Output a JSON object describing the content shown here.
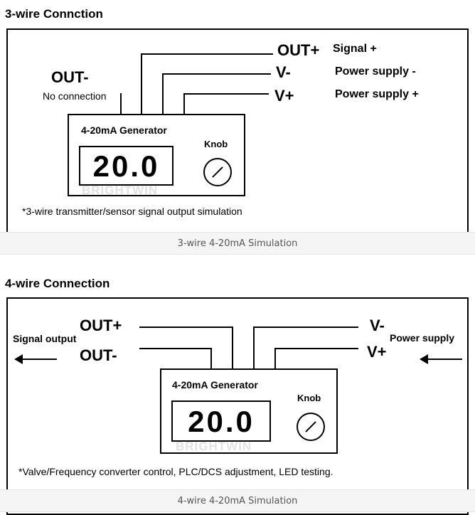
{
  "three_wire": {
    "title": "3-wire Connction",
    "out_plus": "OUT+",
    "signal_plus": "Signal +",
    "v_minus": "V-",
    "power_minus": "Power supply -",
    "v_plus": "V+",
    "power_plus": "Power supply +",
    "out_minus": "OUT-",
    "no_connection": "No connection",
    "generator_title": "4-20mA Generator",
    "display_value": "20.0",
    "knob_label": "Knob",
    "watermark": "BRIGHTWIN",
    "note": "*3-wire transmitter/sensor signal output simulation",
    "caption": "3-wire 4-20mA Simulation"
  },
  "four_wire": {
    "title": "4-wire Connection",
    "out_plus": "OUT+",
    "out_minus": "OUT-",
    "signal_output": "Signal output",
    "v_minus": "V-",
    "v_plus": "V+",
    "power_supply": "Power supply",
    "generator_title": "4-20mA Generator",
    "display_value": "20.0",
    "knob_label": "Knob",
    "watermark": "BRIGHTWIN",
    "note": "*Valve/Frequency converter control, PLC/DCS adjustment, LED testing.",
    "caption": "4-wire 4-20mA Simulation"
  }
}
